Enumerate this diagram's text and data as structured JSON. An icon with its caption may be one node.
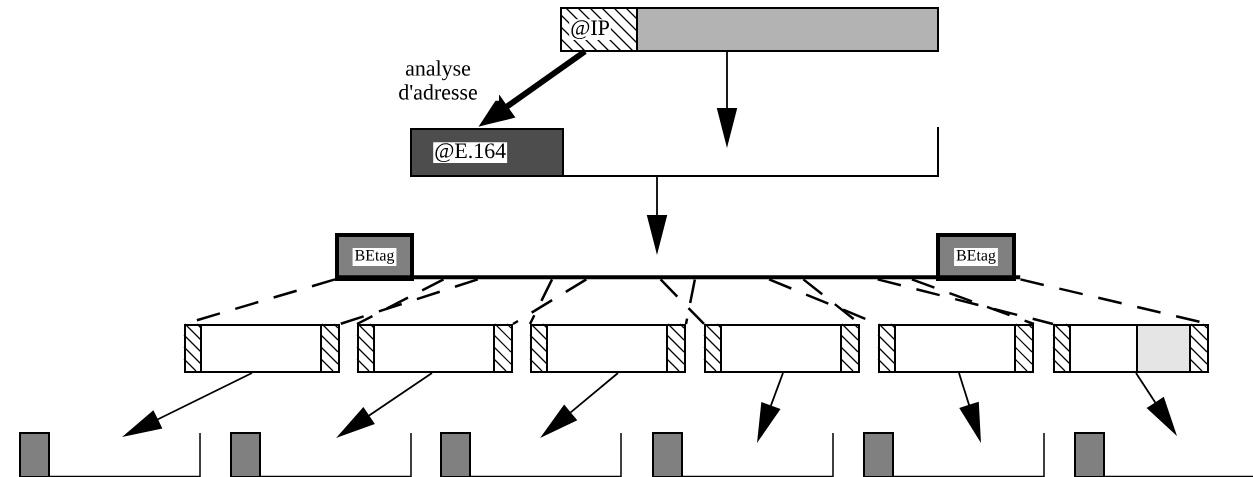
{
  "diagram": {
    "nodes": [
      {
        "text": [
          "@IP"
        ]
      },
      {
        "text": [
          "@E.164"
        ]
      },
      {
        "text": [
          "BEtag"
        ]
      },
      {
        "text": [
          "BEtag"
        ]
      },
      {
        "text": [],
        "shape": "bar"
      },
      {
        "text": [],
        "shape": "box"
      },
      {
        "text": [],
        "shape": "box"
      },
      {
        "text": [],
        "shape": "box"
      },
      {
        "text": [],
        "shape": "box"
      },
      {
        "text": [],
        "shape": "box"
      },
      {
        "text": [],
        "shape": "box"
      },
      {
        "text": [],
        "shape": "box"
      },
      {
        "text": [],
        "shape": "box"
      },
      {
        "text": [],
        "shape": "box"
      },
      {
        "text": [],
        "shape": "box"
      },
      {
        "text": [],
        "shape": "box"
      },
      {
        "text": [],
        "shape": "box"
      }
    ],
    "edges": [
      {
        "from": 0,
        "to": 1,
        "arrow": "to",
        "style": "thick",
        "label": "analyse d'adresse"
      },
      {
        "from": 0,
        "to": 1,
        "arrow": "to"
      },
      {
        "from": 1,
        "to": 4,
        "arrow": "to"
      },
      {
        "from": 4,
        "to": 5,
        "arrow": "none",
        "style": "dashed"
      },
      {
        "from": 4,
        "to": 5,
        "arrow": "none",
        "style": "dashed"
      },
      {
        "from": 4,
        "to": 6,
        "arrow": "none",
        "style": "dashed"
      },
      {
        "from": 4,
        "to": 6,
        "arrow": "none",
        "style": "dashed"
      },
      {
        "from": 4,
        "to": 7,
        "arrow": "none",
        "style": "dashed"
      },
      {
        "from": 4,
        "to": 7,
        "arrow": "none",
        "style": "dashed"
      },
      {
        "from": 4,
        "to": 8,
        "arrow": "none",
        "style": "dashed"
      },
      {
        "from": 4,
        "to": 8,
        "arrow": "none",
        "style": "dashed"
      },
      {
        "from": 4,
        "to": 9,
        "arrow": "none",
        "style": "dashed"
      },
      {
        "from": 4,
        "to": 9,
        "arrow": "none",
        "style": "dashed"
      },
      {
        "from": 4,
        "to": 10,
        "arrow": "none",
        "style": "dashed"
      },
      {
        "from": 4,
        "to": 10,
        "arrow": "none",
        "style": "dashed"
      },
      {
        "from": 5,
        "to": 11,
        "arrow": "to"
      },
      {
        "from": 6,
        "to": 12,
        "arrow": "to"
      },
      {
        "from": 7,
        "to": 13,
        "arrow": "to"
      },
      {
        "from": 8,
        "to": 14,
        "arrow": "to"
      },
      {
        "from": 9,
        "to": 15,
        "arrow": "to"
      },
      {
        "from": 10,
        "to": 16,
        "arrow": "to"
      }
    ]
  }
}
